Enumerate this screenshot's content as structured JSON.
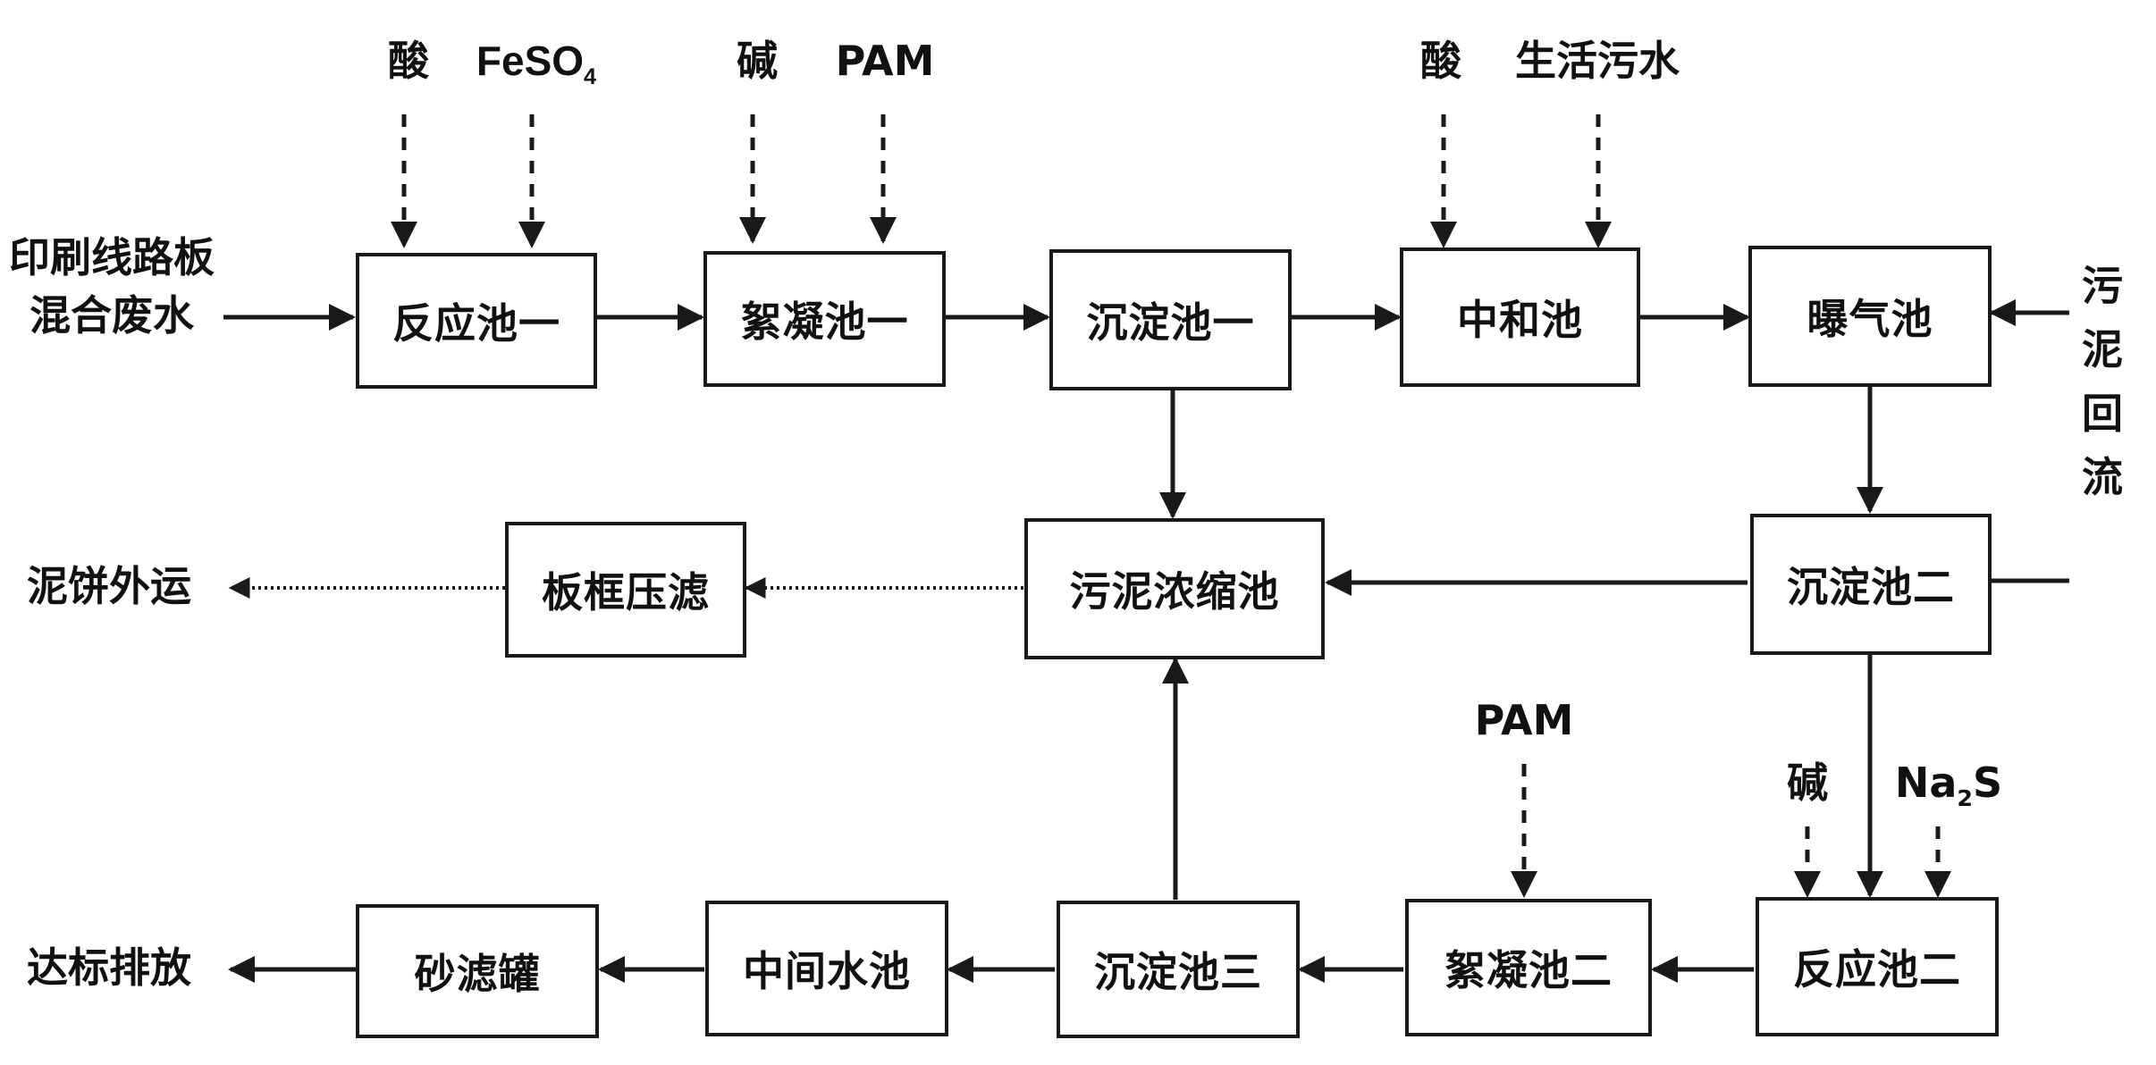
{
  "boxes": {
    "reaction1": "反应池一",
    "coag1": "絮凝池一",
    "settle1": "沉淀池一",
    "neutral": "中和池",
    "aeration": "曝气池",
    "sludge_thick": "污泥浓缩池",
    "filter_press": "板框压滤",
    "settle2": "沉淀池二",
    "reaction2": "反应池二",
    "coag2": "絮凝池二",
    "settle3": "沉淀池三",
    "mid_pool": "中间水池",
    "sand_filter": "砂滤罐"
  },
  "inputs": {
    "wastewater_line1": "印刷线路板",
    "wastewater_line2": "混合废水",
    "acid1": "酸",
    "feso4_base": "FeSO",
    "feso4_sub": "4",
    "alkali1": "碱",
    "pam1": "PAM",
    "acid2": "酸",
    "domestic_sewage": "生活污水",
    "sludge_return": [
      "污",
      "泥",
      "回",
      "流"
    ],
    "pam2": "PAM",
    "alkali2": "碱",
    "na2s_base": "Na",
    "na2s_sub": "2",
    "na2s_tail": "S"
  },
  "outputs": {
    "sludge_cake": "泥饼外运",
    "discharge": "达标排放"
  }
}
